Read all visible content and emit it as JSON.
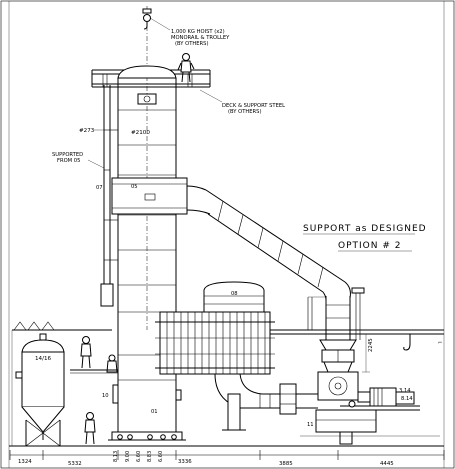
{
  "notes": {
    "hoist": [
      "1,000 KG HOIST (x2)",
      "MONORAIL & TROLLEY",
      "(BY OTHERS)"
    ],
    "deck": [
      "DECK & SUPPORT STEEL",
      "(BY OTHERS)"
    ],
    "supported": [
      "SUPPORTED",
      "FROM 05"
    ],
    "support_title": "SUPPORT as DESIGNED",
    "option_title": "OPTION # 2"
  },
  "diameters": {
    "d1": "#273",
    "d2": "#2100"
  },
  "tags": {
    "t07": "07",
    "t05": "05",
    "t08": "08",
    "t01": "01",
    "t10": "10",
    "t1416": "14/16",
    "t2245": "2245",
    "t314": "3.14",
    "t11": "11"
  },
  "dimensions": [
    "1324",
    "5332",
    "3336",
    "3885",
    "4445"
  ],
  "small_dims": [
    "8.13",
    "9.00",
    "6.60",
    "8.83",
    "6.60",
    "8.14"
  ]
}
